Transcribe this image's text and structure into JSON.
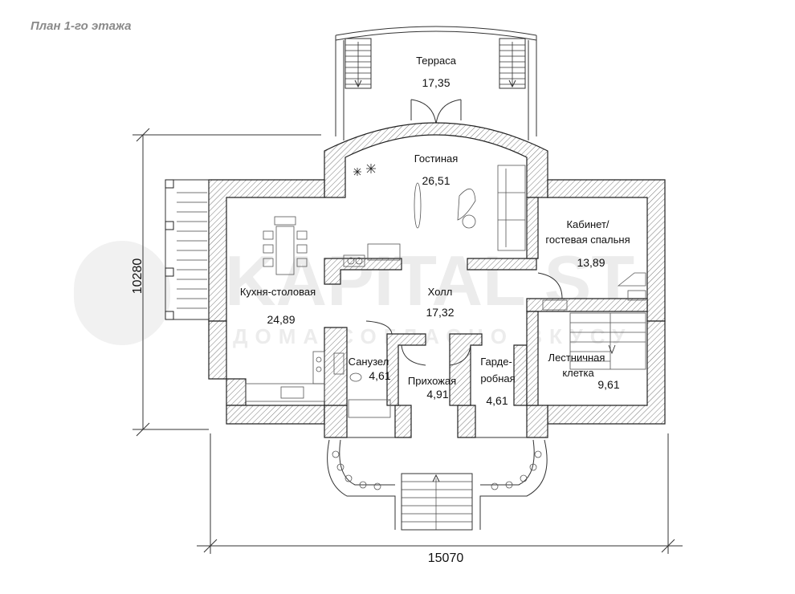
{
  "title": "План 1-го этажа",
  "watermark": {
    "brand": "KAPITAL ST",
    "tagline": "ДОМА СОГЛАСНО ВКУСУ"
  },
  "rooms": {
    "terrace": {
      "name": "Терраса",
      "area": "17,35"
    },
    "living": {
      "name": "Гостиная",
      "area": "26,51"
    },
    "kitchen": {
      "name": "Кухня-столовая",
      "area": "24,89"
    },
    "hall": {
      "name": "Холл",
      "area": "17,32"
    },
    "cabinet": {
      "name_line1": "Кабинет/",
      "name_line2": "гостевая спальня",
      "area": "13,89"
    },
    "bathroom": {
      "name": "Санузел",
      "area": "4,61"
    },
    "entrance": {
      "name": "Прихожая",
      "area": "4,91"
    },
    "wardrobe": {
      "name_line1": "Гарде-",
      "name_line2": "робная",
      "area": "4,61"
    },
    "stairwell": {
      "name_line1": "Лестничная",
      "name_line2": "клетка",
      "area": "9,61"
    }
  },
  "dimensions": {
    "width": "15070",
    "height": "10280"
  }
}
